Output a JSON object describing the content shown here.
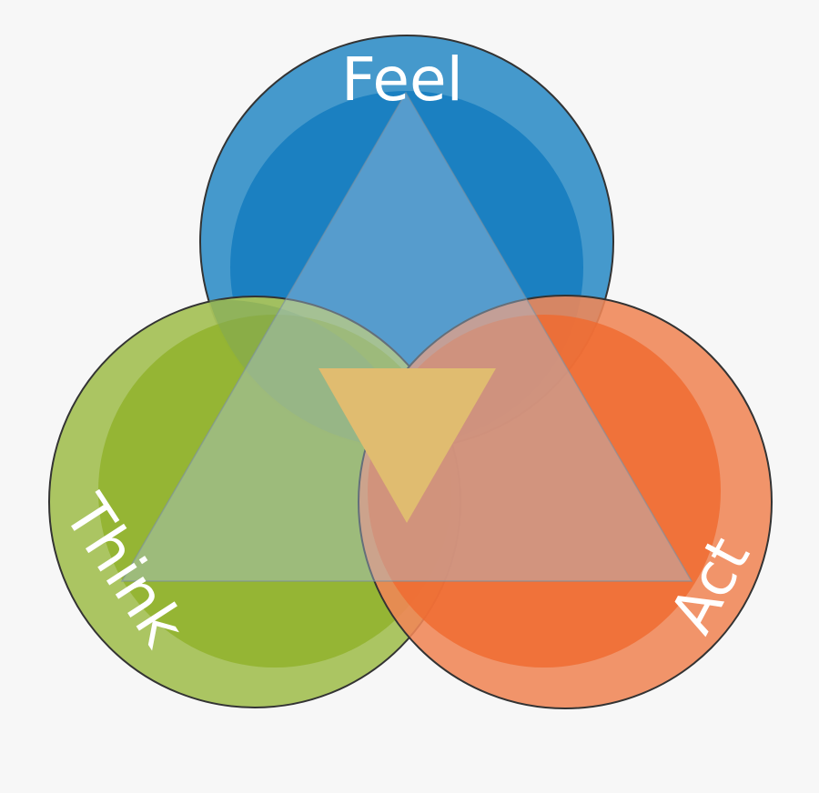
{
  "diagram": {
    "labels": {
      "top": "Feel",
      "left": "Think",
      "right": "Act"
    },
    "colors": {
      "background": "#f7f7f7",
      "feel_outer": "#4599cc",
      "feel_inner": "#1b80c1",
      "think_outer": "#a8c35c",
      "think_inner": "#92b230",
      "act_outer": "#f08656",
      "act_inner": "#ef6a30",
      "triangle": "#7fa8d8",
      "center_triangle": "#e0bc70",
      "stroke": "#333333"
    }
  }
}
